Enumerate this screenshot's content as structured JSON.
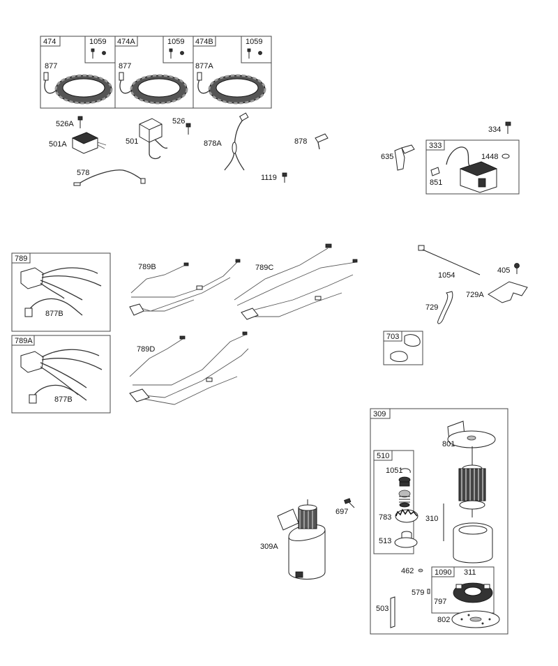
{
  "labels": {
    "l474": "474",
    "l1059a": "1059",
    "l474A": "474A",
    "l1059b": "1059",
    "l474B": "474B",
    "l1059c": "1059",
    "l877a": "877",
    "l877b": "877",
    "l877A": "877A",
    "l526A": "526A",
    "l501A": "501A",
    "l501": "501",
    "l526": "526",
    "l878A": "878A",
    "l878": "878",
    "l578": "578",
    "l1119": "1119",
    "l635": "635",
    "l334": "334",
    "l333": "333",
    "l1448": "1448",
    "l851": "851",
    "l789": "789",
    "l877B": "877B",
    "l789A": "789A",
    "l877Bb": "877B",
    "l789B": "789B",
    "l789C": "789C",
    "l789D": "789D",
    "l1054": "1054",
    "l405": "405",
    "l729A": "729A",
    "l729": "729",
    "l703": "703",
    "l309": "309",
    "l801": "801",
    "l510": "510",
    "l1051": "1051",
    "l310": "310",
    "l783": "783",
    "l513": "513",
    "l697": "697",
    "l309A": "309A",
    "l462": "462",
    "l1090": "1090",
    "l311": "311",
    "l579": "579",
    "l797": "797",
    "l503": "503",
    "l802": "802"
  }
}
